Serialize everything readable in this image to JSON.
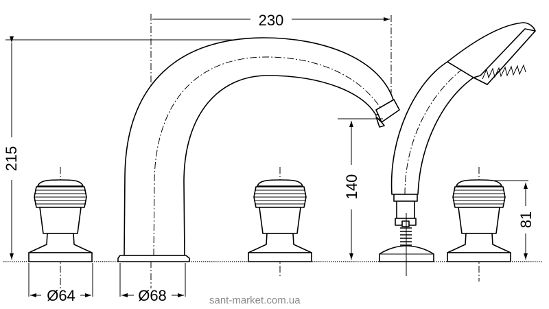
{
  "dimensions": {
    "total_height": "215",
    "spout_reach": "230",
    "spout_outlet_height": "140",
    "handle_height": "81",
    "handle_base_diameter": "Ø64",
    "spout_base_diameter": "Ø68"
  },
  "watermark": "sant-market.com.ua"
}
